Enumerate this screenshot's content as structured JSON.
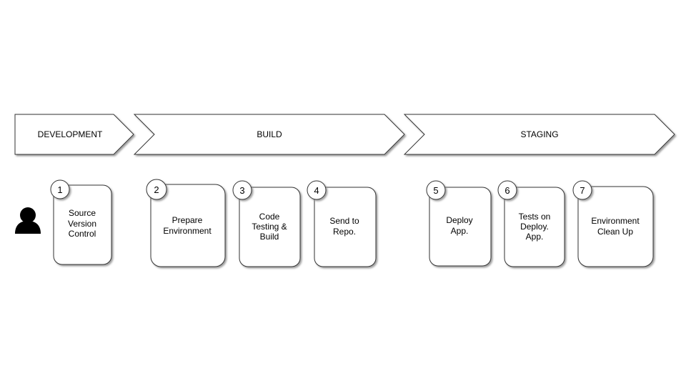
{
  "stages": [
    {
      "label": "DEVELOPMENT"
    },
    {
      "label": "BUILD"
    },
    {
      "label": "STAGING"
    }
  ],
  "steps": [
    {
      "number": "1",
      "lines": [
        "Source",
        "Version",
        "Control"
      ]
    },
    {
      "number": "2",
      "lines": [
        "Prepare",
        "Environment"
      ]
    },
    {
      "number": "3",
      "lines": [
        "Code",
        "Testing &",
        "Build"
      ]
    },
    {
      "number": "4",
      "lines": [
        "Send to",
        "Repo."
      ]
    },
    {
      "number": "5",
      "lines": [
        "Deploy",
        "App."
      ]
    },
    {
      "number": "6",
      "lines": [
        "Tests on",
        "Deploy.",
        "App."
      ]
    },
    {
      "number": "7",
      "lines": [
        "Environment",
        "Clean Up"
      ]
    }
  ],
  "icons": {
    "user": "user-icon"
  },
  "colors": {
    "stroke": "#333333",
    "shadow": "#9a9a9a",
    "fill": "#ffffff",
    "icon": "#000000"
  }
}
